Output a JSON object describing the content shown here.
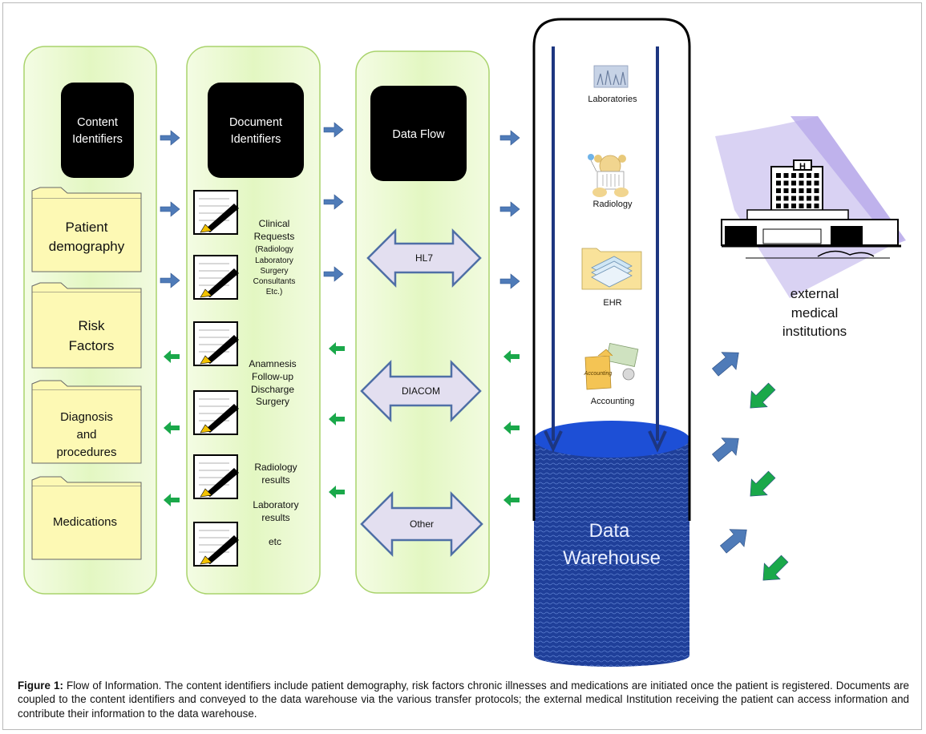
{
  "columns": {
    "content": {
      "header": [
        "Content",
        "Identifiers"
      ],
      "folders": [
        [
          "Patient",
          "demography"
        ],
        [
          "Risk",
          "Factors"
        ],
        [
          "Diagnosis",
          "and",
          "procedures"
        ],
        [
          "Medications"
        ]
      ]
    },
    "documents": {
      "header": [
        "Document",
        "Identifiers"
      ],
      "groups": [
        [
          "Clinical",
          "Requests",
          "(Radiology",
          "Laboratory",
          "Surgery",
          "Consultants",
          "Etc.)"
        ],
        [
          "Anamnesis",
          "Follow-up",
          "Discharge",
          "Surgery"
        ],
        [
          "Radiology",
          "results"
        ],
        [
          "Laboratory",
          "results"
        ],
        [
          "etc"
        ]
      ]
    },
    "dataflow": {
      "header": [
        "Data Flow"
      ],
      "protocols": [
        "HL7",
        "DIACOM",
        "Other"
      ]
    }
  },
  "warehouse": {
    "label": [
      "Data",
      "Warehouse"
    ],
    "sources": [
      "Laboratories",
      "Radiology",
      "EHR",
      "Accounting"
    ]
  },
  "external": {
    "label": [
      "external",
      "medical",
      "institutions"
    ]
  },
  "caption": {
    "prefix": "Figure 1:",
    "text": "Flow of Information. The content identifiers include patient demography, risk factors chronic illnesses and medications are initiated once the patient is registered. Documents are coupled to the content identifiers and conveyed to the data warehouse via the various transfer protocols; the external medical Institution receiving the patient can access information and contribute their information to the data warehouse."
  },
  "colors": {
    "panel_fill": "#eaf9cf",
    "panel_border": "#a9d36c",
    "folder_fill": "#fdf9b4",
    "blue_arrow": "#4f7bb8",
    "green_arrow": "#1aa84a",
    "warehouse": "#1f3f99",
    "protocol_fill": "#e3dff0"
  }
}
